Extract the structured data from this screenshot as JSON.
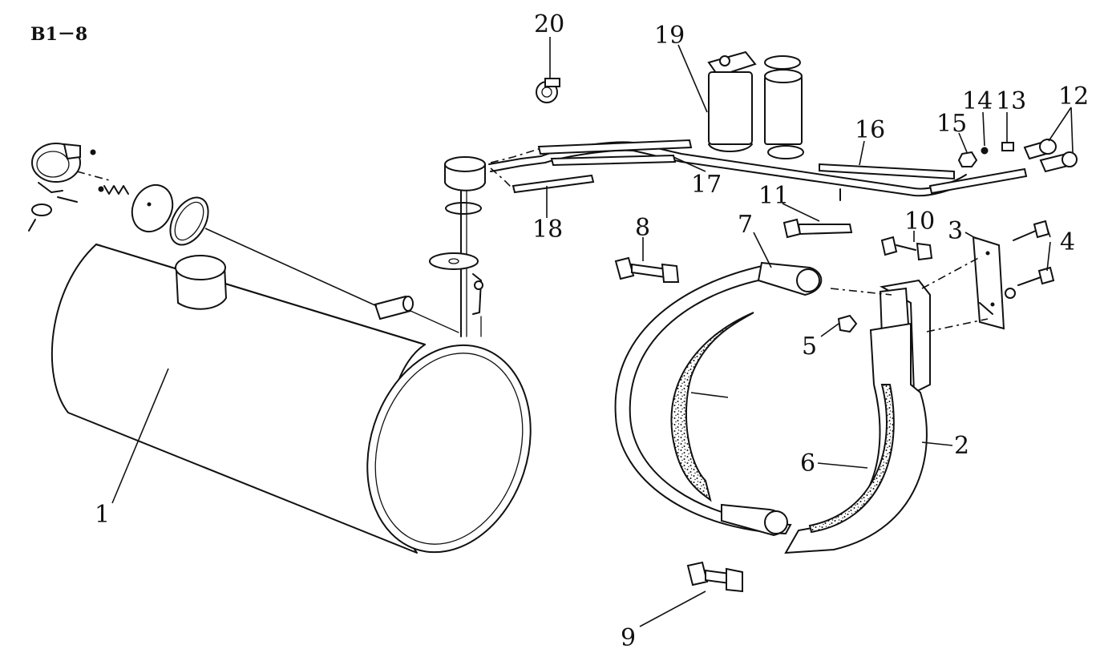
{
  "diagram": {
    "figure_code": "B1－8",
    "callouts": {
      "c1": "1",
      "c2": "2",
      "c3": "3",
      "c4": "4",
      "c5": "5",
      "c6": "6",
      "c7": "7",
      "c8": "8",
      "c9": "9",
      "c10": "10",
      "c11": "11",
      "c12": "12",
      "c13": "13",
      "c14": "14",
      "c15": "15",
      "c16": "16",
      "c17": "17",
      "c18": "18",
      "c19": "19",
      "c20": "20"
    }
  }
}
